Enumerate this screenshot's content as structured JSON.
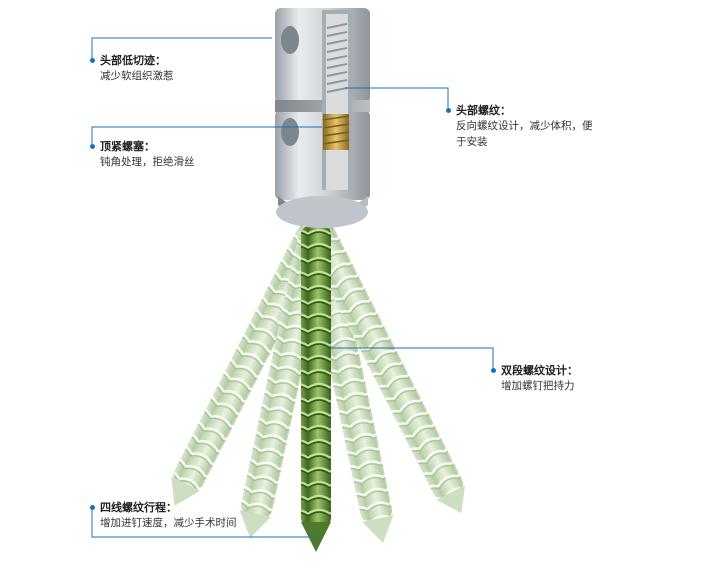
{
  "callouts": {
    "head_low_profile": {
      "title": "头部低切迹：",
      "desc": "减少软组织激惹"
    },
    "set_screw": {
      "title": "顶紧螺塞：",
      "desc": "钝角处理，拒绝滑丝"
    },
    "head_thread": {
      "title": "头部螺纹：",
      "desc_line1": "反向螺纹设计，减少体积，便",
      "desc_line2": "于安装"
    },
    "dual_thread": {
      "title": "双段螺纹设计：",
      "desc": "增加螺钉把持力"
    },
    "quad_lead": {
      "title": "四线螺纹行程：",
      "desc": "增加进钉速度，减少手术时间"
    }
  },
  "colors": {
    "leader_line": "#1d6fb8",
    "head_metal": "#c9ced3",
    "screw_green": "#6f9a3f",
    "ghost_green": "#cfe0c2",
    "set_screw_gold": "#c9a24a"
  }
}
